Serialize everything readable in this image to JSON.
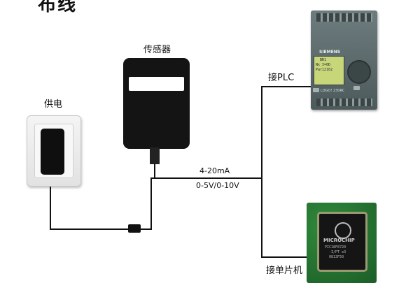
{
  "diagram": {
    "heading_fragment": "布线",
    "power_label": "供电",
    "sensor_label": "传感器",
    "signal_current": "4-20mA",
    "signal_voltage": "0-5V/0-10V",
    "plc_label": "接PLC",
    "mcu_label": "接单片机"
  },
  "plc": {
    "brand": "SIEMENS",
    "screen_lines": "  BR1\nNx I=0D\nPar12102\n  ",
    "model": "LOGO! 230RC"
  },
  "chip": {
    "brand": "MICROCHIP",
    "markings": "PIC18F8720\n  -I/PT e3\n  0813F50"
  },
  "colors": {
    "wire": "#111111",
    "sensor": "#141414",
    "plc_body": "#5d6b6d",
    "board": "#237030"
  }
}
